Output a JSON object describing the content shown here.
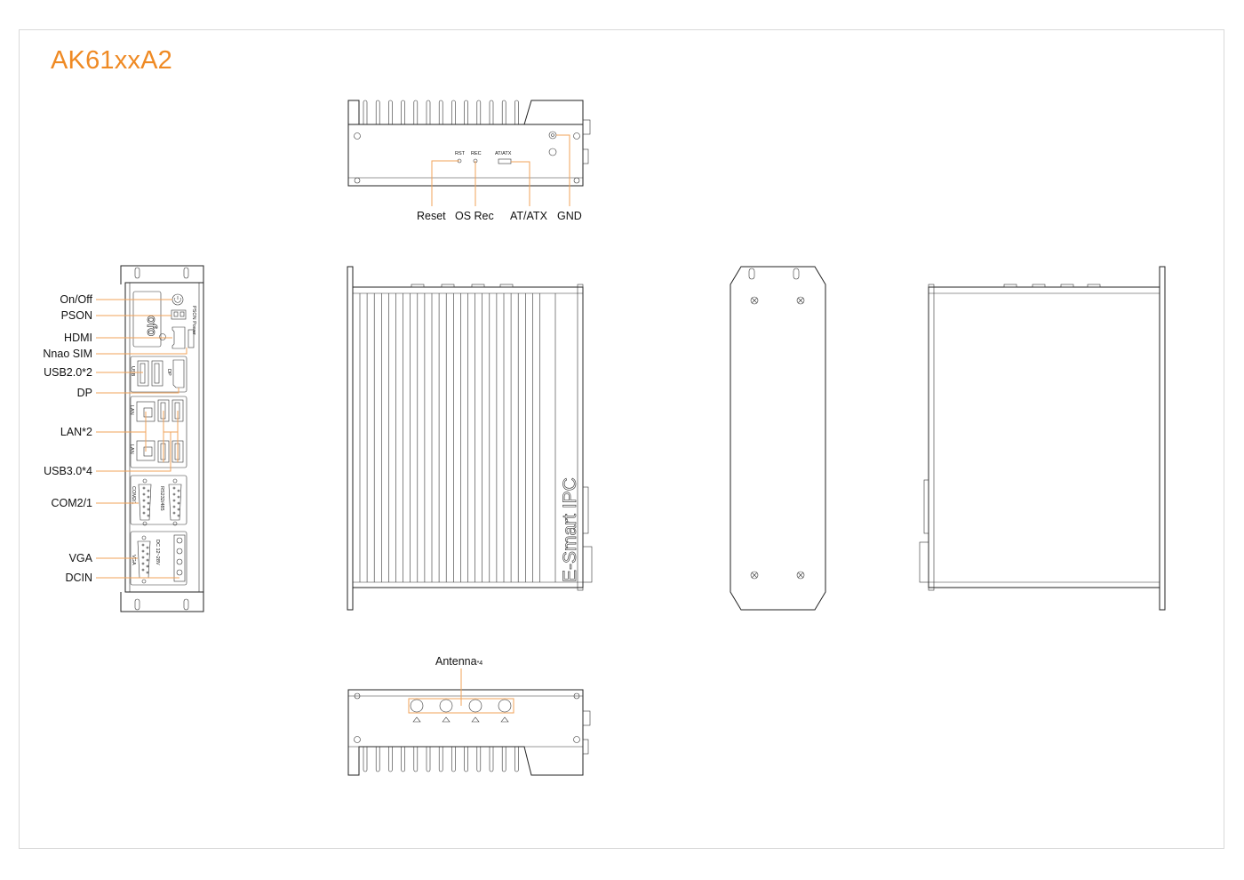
{
  "title": "AK61xxA2",
  "top_view": {
    "callouts": [
      "Reset",
      "OS Rec",
      "AT/ATX",
      "GND"
    ],
    "panel_marks": {
      "rst": "RST",
      "rec": "REC",
      "atatx": "AT/ATX"
    }
  },
  "front_view": {
    "callouts": [
      "On/Off",
      "PSON",
      "HDMI",
      "Nnao SIM",
      "USB2.0*2",
      "DP",
      "LAN*2",
      "USB3.0*4",
      "COM2/1",
      "VGA",
      "DCIN"
    ],
    "panel_marks": {
      "logo": "ofo",
      "pson_power": "PSON Power",
      "usb": "USB",
      "dp": "DP",
      "lan_a": "LAN",
      "lan_b": "LAN",
      "com": "COM2/1",
      "rs": "RS232/485",
      "vga": "VGA",
      "dc": "DC 12~28V"
    }
  },
  "side_view": {
    "brand": "E-Smart IPC"
  },
  "bottom_view": {
    "callout": "Antenna",
    "callout_suffix": "*4"
  },
  "colors": {
    "accent": "#ef8a24",
    "leader": "#f2a35a",
    "line": "#222222",
    "frame": "#d9d9d9"
  }
}
